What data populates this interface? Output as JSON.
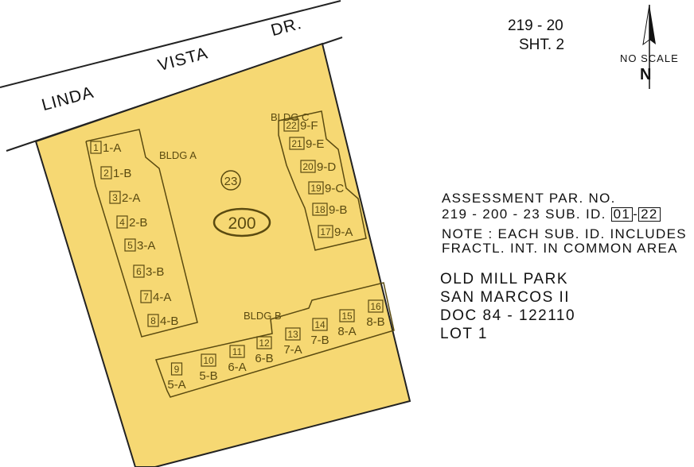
{
  "street": {
    "word1": "LINDA",
    "word2": "VISTA",
    "word3": "DR."
  },
  "sheet": {
    "book_page": "219 - 20",
    "sheet_no": "SHT. 2"
  },
  "north": {
    "scale_label": "NO SCALE",
    "north_label": "N"
  },
  "parcel": {
    "parcel_number": "23",
    "book_number": "200"
  },
  "buildings": {
    "a": "BLDG A",
    "b": "BLDG B",
    "c": "BLDG C"
  },
  "units": [
    {
      "num": "1",
      "unit": "1-A"
    },
    {
      "num": "2",
      "unit": "1-B"
    },
    {
      "num": "3",
      "unit": "2-A"
    },
    {
      "num": "4",
      "unit": "2-B"
    },
    {
      "num": "5",
      "unit": "3-A"
    },
    {
      "num": "6",
      "unit": "3-B"
    },
    {
      "num": "7",
      "unit": "4-A"
    },
    {
      "num": "8",
      "unit": "4-B"
    },
    {
      "num": "9",
      "unit": "5-A"
    },
    {
      "num": "10",
      "unit": "5-B"
    },
    {
      "num": "11",
      "unit": "6-A"
    },
    {
      "num": "12",
      "unit": "6-B"
    },
    {
      "num": "13",
      "unit": "7-A"
    },
    {
      "num": "14",
      "unit": "7-B"
    },
    {
      "num": "15",
      "unit": "8-A"
    },
    {
      "num": "16",
      "unit": "8-B"
    },
    {
      "num": "17",
      "unit": "9-A"
    },
    {
      "num": "18",
      "unit": "9-B"
    },
    {
      "num": "19",
      "unit": "9-C"
    },
    {
      "num": "20",
      "unit": "9-D"
    },
    {
      "num": "21",
      "unit": "9-E"
    },
    {
      "num": "22",
      "unit": "9-F"
    }
  ],
  "assessment": {
    "line1": "ASSESSMENT  PAR. NO.",
    "line2_prefix": "219 - 200 - 23  SUB. ID.",
    "sub_from": "01",
    "dash": "-",
    "sub_to": "22",
    "note1": "NOTE : EACH SUB. ID. INCLUDES",
    "note2": "FRACTL. INT. IN COMMON AREA"
  },
  "subdivision": {
    "name1": "OLD MILL PARK",
    "name2": "SAN MARCOS II",
    "doc": "DOC 84 - 122110",
    "lot": "LOT 1"
  },
  "colors": {
    "parcel_fill": "#f6d873",
    "linework": "#5a4a10",
    "ink": "#111111"
  }
}
